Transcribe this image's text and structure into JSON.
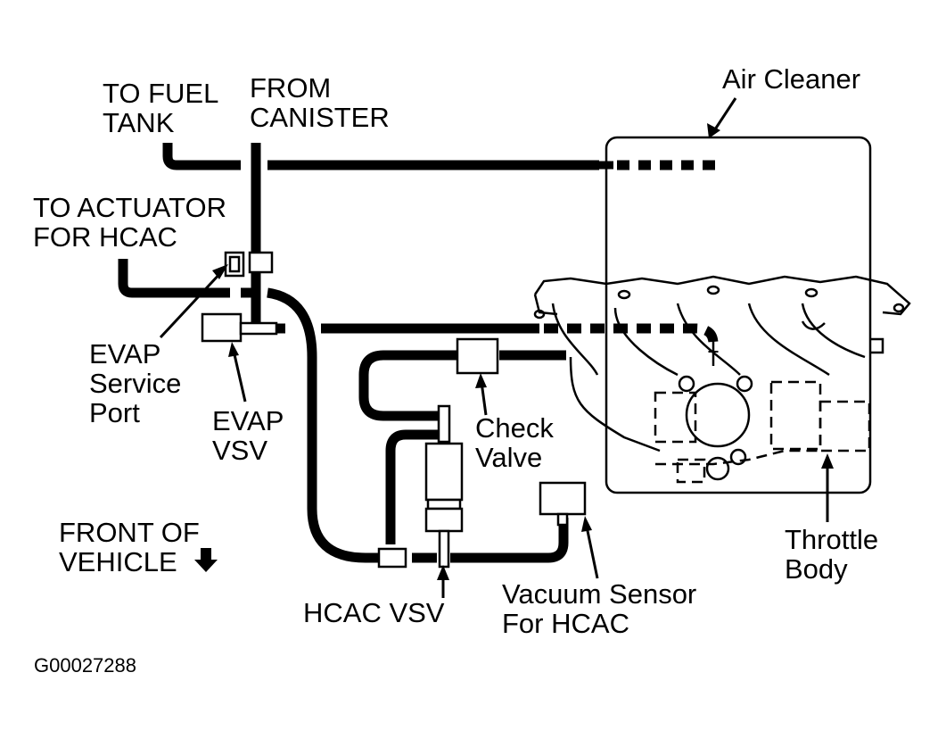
{
  "labels": {
    "to_fuel_tank": "TO FUEL\nTANK",
    "from_canister": "FROM\nCANISTER",
    "air_cleaner": "Air Cleaner",
    "to_actuator": "TO ACTUATOR\nFOR HCAC",
    "evap_service_port": "EVAP\nService\nPort",
    "evap_vsv": "EVAP\nVSV",
    "check_valve": "Check\nValve",
    "front_of_vehicle": "FRONT OF\nVEHICLE",
    "throttle_body": "Throttle\nBody",
    "hcac_vsv": "HCAC VSV",
    "vacuum_sensor": "Vacuum Sensor\nFor HCAC",
    "figure_id": "G00027288"
  },
  "icons": {
    "front_arrow": "down-arrow-icon"
  }
}
